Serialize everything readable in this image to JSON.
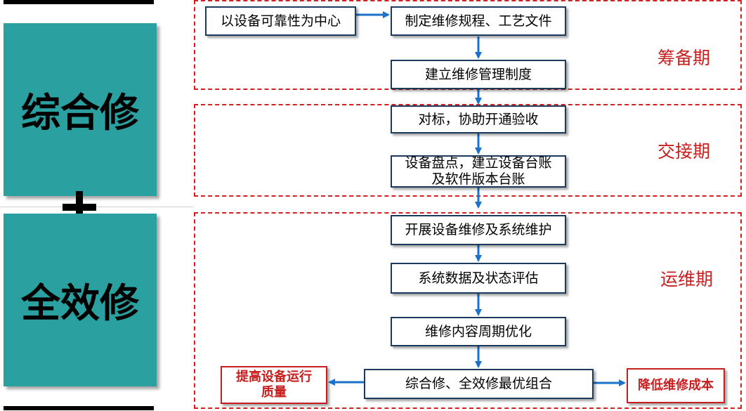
{
  "left": {
    "top_label": "综合修",
    "bottom_label": "全效修",
    "teal_color": "#2aa0a0"
  },
  "phases": {
    "prep": "筹备期",
    "handover": "交接期",
    "operation": "运维期"
  },
  "flow": {
    "reliability_center": "以设备可靠性为中心",
    "rules_docs": "制定维修规程、工艺文件",
    "management_system": "建立维修管理制度",
    "benchmark_acceptance": "对标，协助开通验收",
    "inventory_line1": "设备盘点，建立设备台账",
    "inventory_line2": "及软件版本台账",
    "maintenance": "开展设备维修及系统维护",
    "evaluation": "系统数据及状态评估",
    "optimization": "维修内容周期优化",
    "combination": "综合修、全效修最优组合"
  },
  "outcomes": {
    "quality_line1": "提高设备运行",
    "quality_line2": "质量",
    "cost": "降低维修成本"
  },
  "colors": {
    "arrow": "#1a73c9",
    "dashed_border": "#d42020",
    "phase_text": "#c81e1e",
    "box_border": "#1b3a5c"
  }
}
